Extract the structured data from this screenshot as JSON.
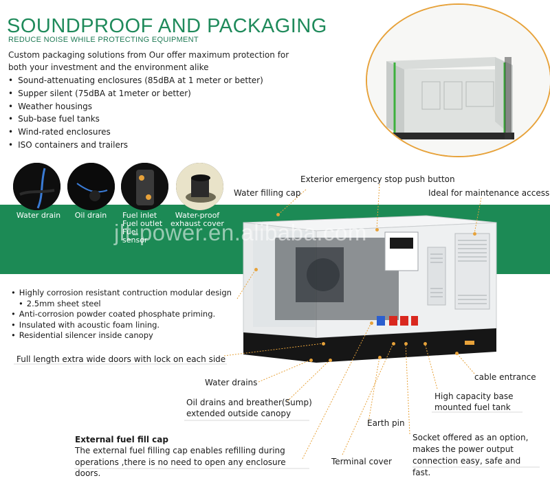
{
  "header": {
    "title": "SOUNDPROOF AND PACKAGING",
    "subtitle": "REDUCE NOISE WHILE PROTECTING EQUIPMENT"
  },
  "intro": {
    "line1": "Custom packaging solutions from Our offer maximum protection for",
    "line2": "both your investment and the environment alike"
  },
  "features": [
    "Sound-attenuating enclosures (85dBA at 1 meter or better)",
    "Supper silent (75dBA at 1meter or better)",
    "Weather housings",
    "Sub-base fuel tanks",
    "Wind-rated enclosures",
    "ISO containers and trailers"
  ],
  "thumbnails": {
    "water_drain": "Water drain",
    "oil_drain": "Oil drain",
    "fuel_inlet": "Fuel inlet",
    "fuel_outlet": "Fuel outlet",
    "fuel_sensor": "Fuel sensor",
    "exhaust_1": "Water-proof",
    "exhaust_2": "exhaust cover"
  },
  "watermark": "jlt-power.en.alibaba.com",
  "callouts": {
    "emergency_stop": "Exterior emergency stop push button",
    "water_filling": "Water filling cap",
    "maintenance": "Ideal for maintenance access",
    "doors": "Full length extra wide doors with lock on each side",
    "water_drains": "Water drains",
    "oil_drains": "Oil drains and breather(Sump) extended outside canopy",
    "cable": "cable entrance",
    "fuel_tank": "High capacity base mounted fuel tank",
    "earth_pin": "Earth pin",
    "socket": "Socket offered as an option, makes the power output connection easy, safe and fast.",
    "terminal": "Terminal cover"
  },
  "specs": [
    "Highly corrosion resistant contruction modular design",
    "2.5mm sheet steel",
    "Anti-corrosion powder coated phosphate priming.",
    "Insulated with acoustic foam lining.",
    "Residential silencer inside canopy"
  ],
  "external_fuel": {
    "title": "External fuel fill cap",
    "description": "The external fuel filling cap enables refilling during operations ,there is no need to open any enclosure doors."
  },
  "colors": {
    "brand_green": "#1c8a55",
    "accent_orange": "#e7a23a",
    "canopy_white": "#f0f2f3",
    "base_black": "#161616",
    "socket_red": "#d9281f"
  }
}
